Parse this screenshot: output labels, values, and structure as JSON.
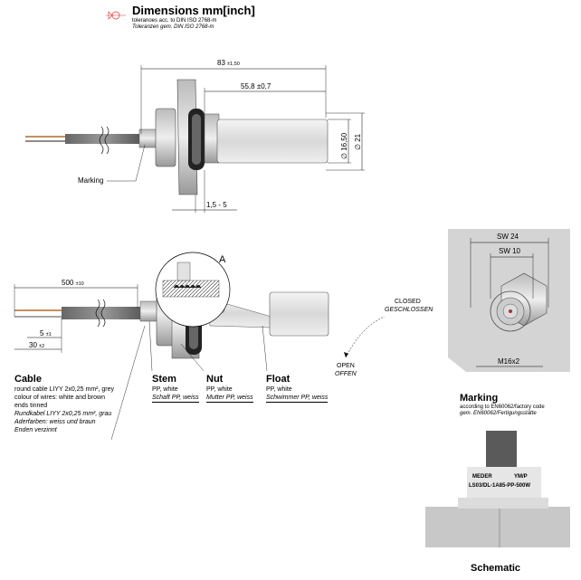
{
  "header": {
    "title": "Dimensions mm[inch]",
    "sub1": "toleranoes acc. to DIN ISO 2768-m",
    "sub2": "Toleranzen gem. DIN ISO 2768-m"
  },
  "top_view": {
    "dim_total": "83",
    "dim_total_tol": "±1,50",
    "dim_float": "55,8",
    "dim_float_tol": "±0,7",
    "dia_inner": "∅ 16,50",
    "dia_outer": "∅ 21",
    "dim_flange": "1,5 - 5",
    "marking": "Marking"
  },
  "mid_view": {
    "dim_cable": "500",
    "dim_cable_tol": "±10",
    "dim_strip1": "5",
    "dim_strip1_tol": "±1",
    "dim_strip2": "30",
    "dim_strip2_tol": "±2",
    "detail": "A",
    "closed_en": "CLOSED",
    "closed_de": "GESCHLOSSEN",
    "open_en": "OPEN",
    "open_de": "OFFEN"
  },
  "cable": {
    "title": "Cable",
    "en1": "round cable LIYY 2x0,25 mm², grey",
    "en2": "colour of wires: white and brown",
    "en3": "ends tinned",
    "de1": "Rundkabel LIYY 2x0,25 mm², grau",
    "de2": "Aderfarben: weiss und braun",
    "de3": "Enden verzinnt"
  },
  "stem": {
    "title": "Stem",
    "en": "PP, white",
    "de": "Schaft PP, weiss"
  },
  "nut": {
    "title": "Nut",
    "en": "PP, white",
    "de": "Mutter PP, weiss"
  },
  "float": {
    "title": "Float",
    "en": "PP, white",
    "de": "Schwimmer PP, weiss"
  },
  "end_view": {
    "sw24": "SW 24",
    "sw10": "SW 10",
    "thread": "M16x2"
  },
  "marking": {
    "title": "Marking",
    "en": "according to EN60062/factory code",
    "de": "gem. EN60062/Fertigungsstätte",
    "brand": "MEDER",
    "code": "YM/P",
    "part": "LS03/DL-1A85-PP-500W"
  },
  "schematic": {
    "title": "Schematic"
  }
}
